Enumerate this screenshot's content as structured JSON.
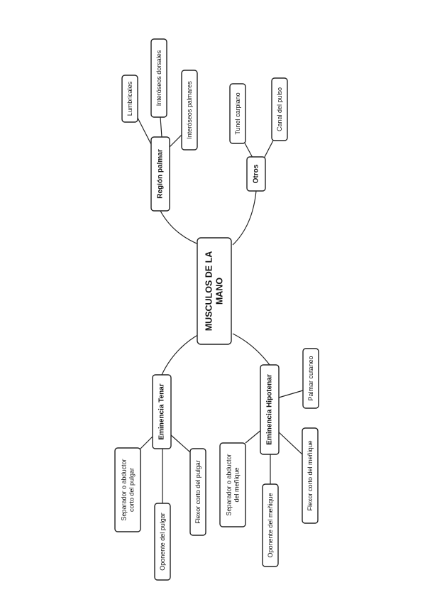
{
  "mindmap": {
    "center": {
      "lines": [
        "MUSCULOS DE LA",
        "MANO"
      ]
    },
    "branches": [
      {
        "key": "region-palmar",
        "label": "Región palmar",
        "children": [
          {
            "key": "lumbricales",
            "lines": [
              "Lumbricales"
            ]
          },
          {
            "key": "interoseos-dorsales",
            "lines": [
              "Interóseos dorsales"
            ]
          },
          {
            "key": "interoseos-palmares",
            "lines": [
              "Interóseos palmares"
            ]
          }
        ]
      },
      {
        "key": "otros",
        "label": "Otros",
        "children": [
          {
            "key": "tunel-carpiano",
            "lines": [
              "Tunel carpiano"
            ]
          },
          {
            "key": "canal-del-pulso",
            "lines": [
              "Canal del pulso"
            ]
          }
        ]
      },
      {
        "key": "eminencia-tenar",
        "label": "Eminencia Tenar",
        "children": [
          {
            "key": "separador-abductor-pulgar",
            "lines": [
              "Separador o abductor",
              "corto del pulgar"
            ]
          },
          {
            "key": "oponente-pulgar",
            "lines": [
              "Oponente del pulgar"
            ]
          },
          {
            "key": "flexor-corto-pulgar",
            "lines": [
              "Flexor corto del pulgar"
            ]
          }
        ]
      },
      {
        "key": "eminencia-hipotenar",
        "label": "Eminencia Hipotenar",
        "children": [
          {
            "key": "palmar-cutaneo",
            "lines": [
              "Palmar cutaneo"
            ]
          },
          {
            "key": "separador-abductor-menique",
            "lines": [
              "Separador o abductor",
              "del meñique"
            ]
          },
          {
            "key": "oponente-menique",
            "lines": [
              "Oponente del meñique"
            ]
          },
          {
            "key": "flexor-corto-menique",
            "lines": [
              "Flexor corto del meñique"
            ]
          }
        ]
      }
    ]
  }
}
